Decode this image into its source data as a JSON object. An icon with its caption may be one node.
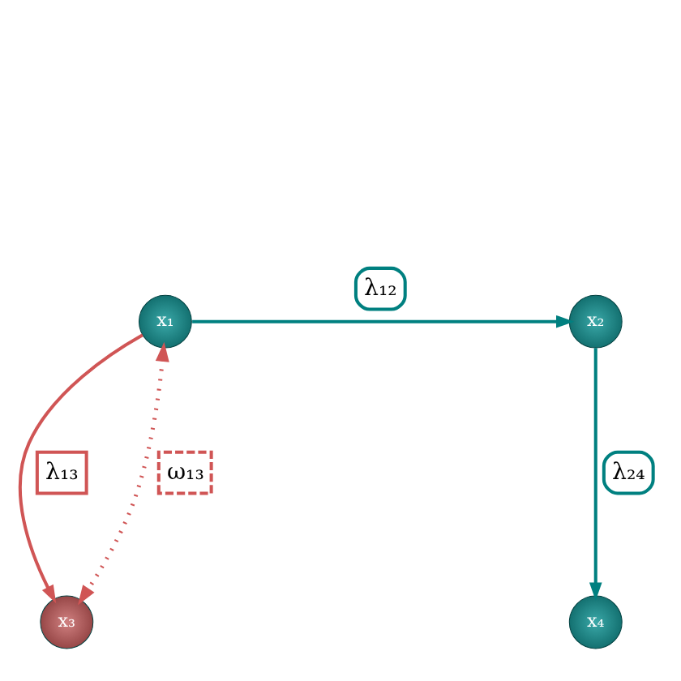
{
  "diagram": {
    "nodes": [
      {
        "text": [
          "x₁"
        ]
      },
      {
        "text": [
          "x₂"
        ]
      },
      {
        "text": [
          "x₃"
        ]
      },
      {
        "text": [
          "x₄"
        ]
      }
    ],
    "edges": [
      {
        "from": 0,
        "to": 1,
        "arrow": "to",
        "label": "λ₁₂"
      },
      {
        "from": 0,
        "to": 2,
        "arrow": "to",
        "label": "λ₁₃",
        "color": "#d05555"
      },
      {
        "from": 1,
        "to": 3,
        "arrow": "to",
        "label": "λ₂₄"
      },
      {
        "from": 0,
        "to": 2,
        "arrow": "both",
        "label": "ω₁₃",
        "style": "dashed",
        "color": "#d05555"
      }
    ]
  }
}
